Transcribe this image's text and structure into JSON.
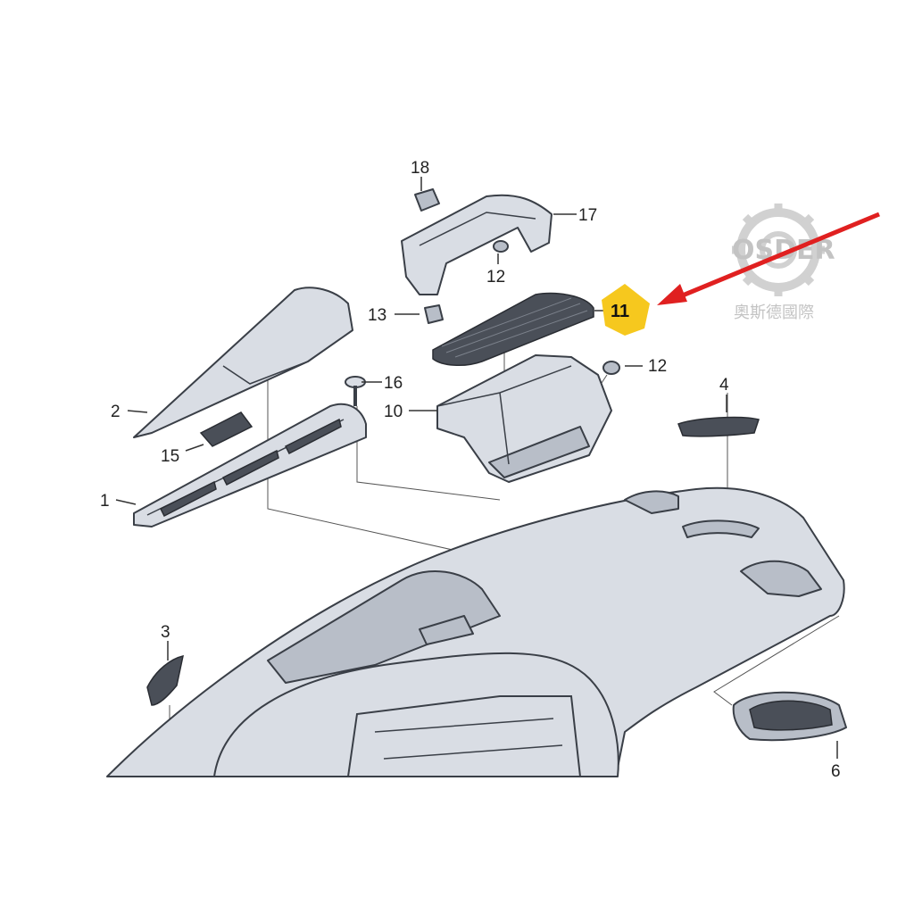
{
  "diagram": {
    "callouts": [
      {
        "id": "c1",
        "text": "1"
      },
      {
        "id": "c2",
        "text": "2"
      },
      {
        "id": "c3",
        "text": "3"
      },
      {
        "id": "c4",
        "text": "4"
      },
      {
        "id": "c6",
        "text": "6"
      },
      {
        "id": "c10",
        "text": "10"
      },
      {
        "id": "c11",
        "text": "11"
      },
      {
        "id": "c12a",
        "text": "12"
      },
      {
        "id": "c12b",
        "text": "12"
      },
      {
        "id": "c13",
        "text": "13"
      },
      {
        "id": "c15",
        "text": "15"
      },
      {
        "id": "c16",
        "text": "16"
      },
      {
        "id": "c17",
        "text": "17"
      },
      {
        "id": "c18",
        "text": "18"
      }
    ],
    "highlight": {
      "label": "11",
      "color": "#f6c81e"
    },
    "arrow_color": "#e02020"
  },
  "watermark": {
    "brand": "OSDER",
    "subtitle": "奧斯德國際"
  }
}
